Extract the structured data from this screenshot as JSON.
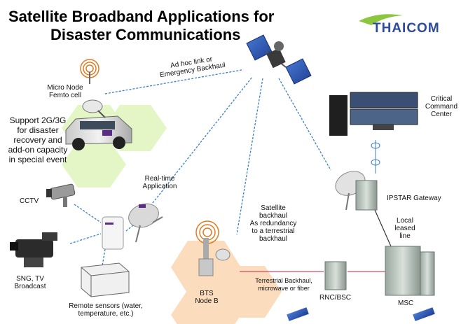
{
  "title_line1": "Satellite Broadband Applications  for",
  "title_line2": "Disaster Communications",
  "brand": {
    "name": "THAICOM"
  },
  "colors": {
    "link_dashed": "#3b7fc4",
    "hexagon_green": "#e4f6c6",
    "hexagon_orange": "#fbdcbd",
    "text": "#111111",
    "brand_blue": "#2d4a9b",
    "brand_green": "#8cc63f"
  },
  "labels": {
    "ad_hoc_line1": "Ad hoc link or",
    "ad_hoc_line2": "Emergency Backhaul",
    "micro_node_line1": "Micro Node",
    "micro_node_line2": "Femto cell",
    "support_lines": [
      "Support 2G/3G",
      "for disaster",
      "recovery and",
      "add-on capacity",
      "in special event"
    ],
    "realtime_line1": "Real-time",
    "realtime_line2": "Application",
    "cctv": "CCTV",
    "sng_line1": "SNG, TV",
    "sng_line2": "Broadcast",
    "sensors_line1": "Remote sensors (water,",
    "sensors_line2": "temperature, etc.)",
    "sat_backhaul_lines": [
      "Satellite",
      "backhaul",
      "As redundancy",
      "to a terrestrial",
      "backhaul"
    ],
    "bts_line1": "BTS",
    "bts_line2": "Node B",
    "terrestrial_line1": "Terrestrial Backhaul,",
    "terrestrial_line2": "microwave or fiber",
    "rnc_bsc": "RNC/BSC",
    "msc": "MSC",
    "local_leased": [
      "Local",
      "leased",
      "line"
    ],
    "ipstar_gateway": "IPSTAR Gateway",
    "command_center": [
      "Critical",
      "Command",
      "Center"
    ]
  },
  "icons": {
    "satellite": "satellite-icon",
    "car": "vehicle-icon",
    "antenna": "antenna-icon",
    "dish": "satellite-dish-icon",
    "modem": "modem-icon",
    "camera": "cctv-camera-icon",
    "video": "video-camera-icon",
    "sensor": "sensor-box-icon",
    "tower": "cell-tower-icon",
    "server": "server-rack-icon",
    "monitor": "monitor-icon"
  }
}
